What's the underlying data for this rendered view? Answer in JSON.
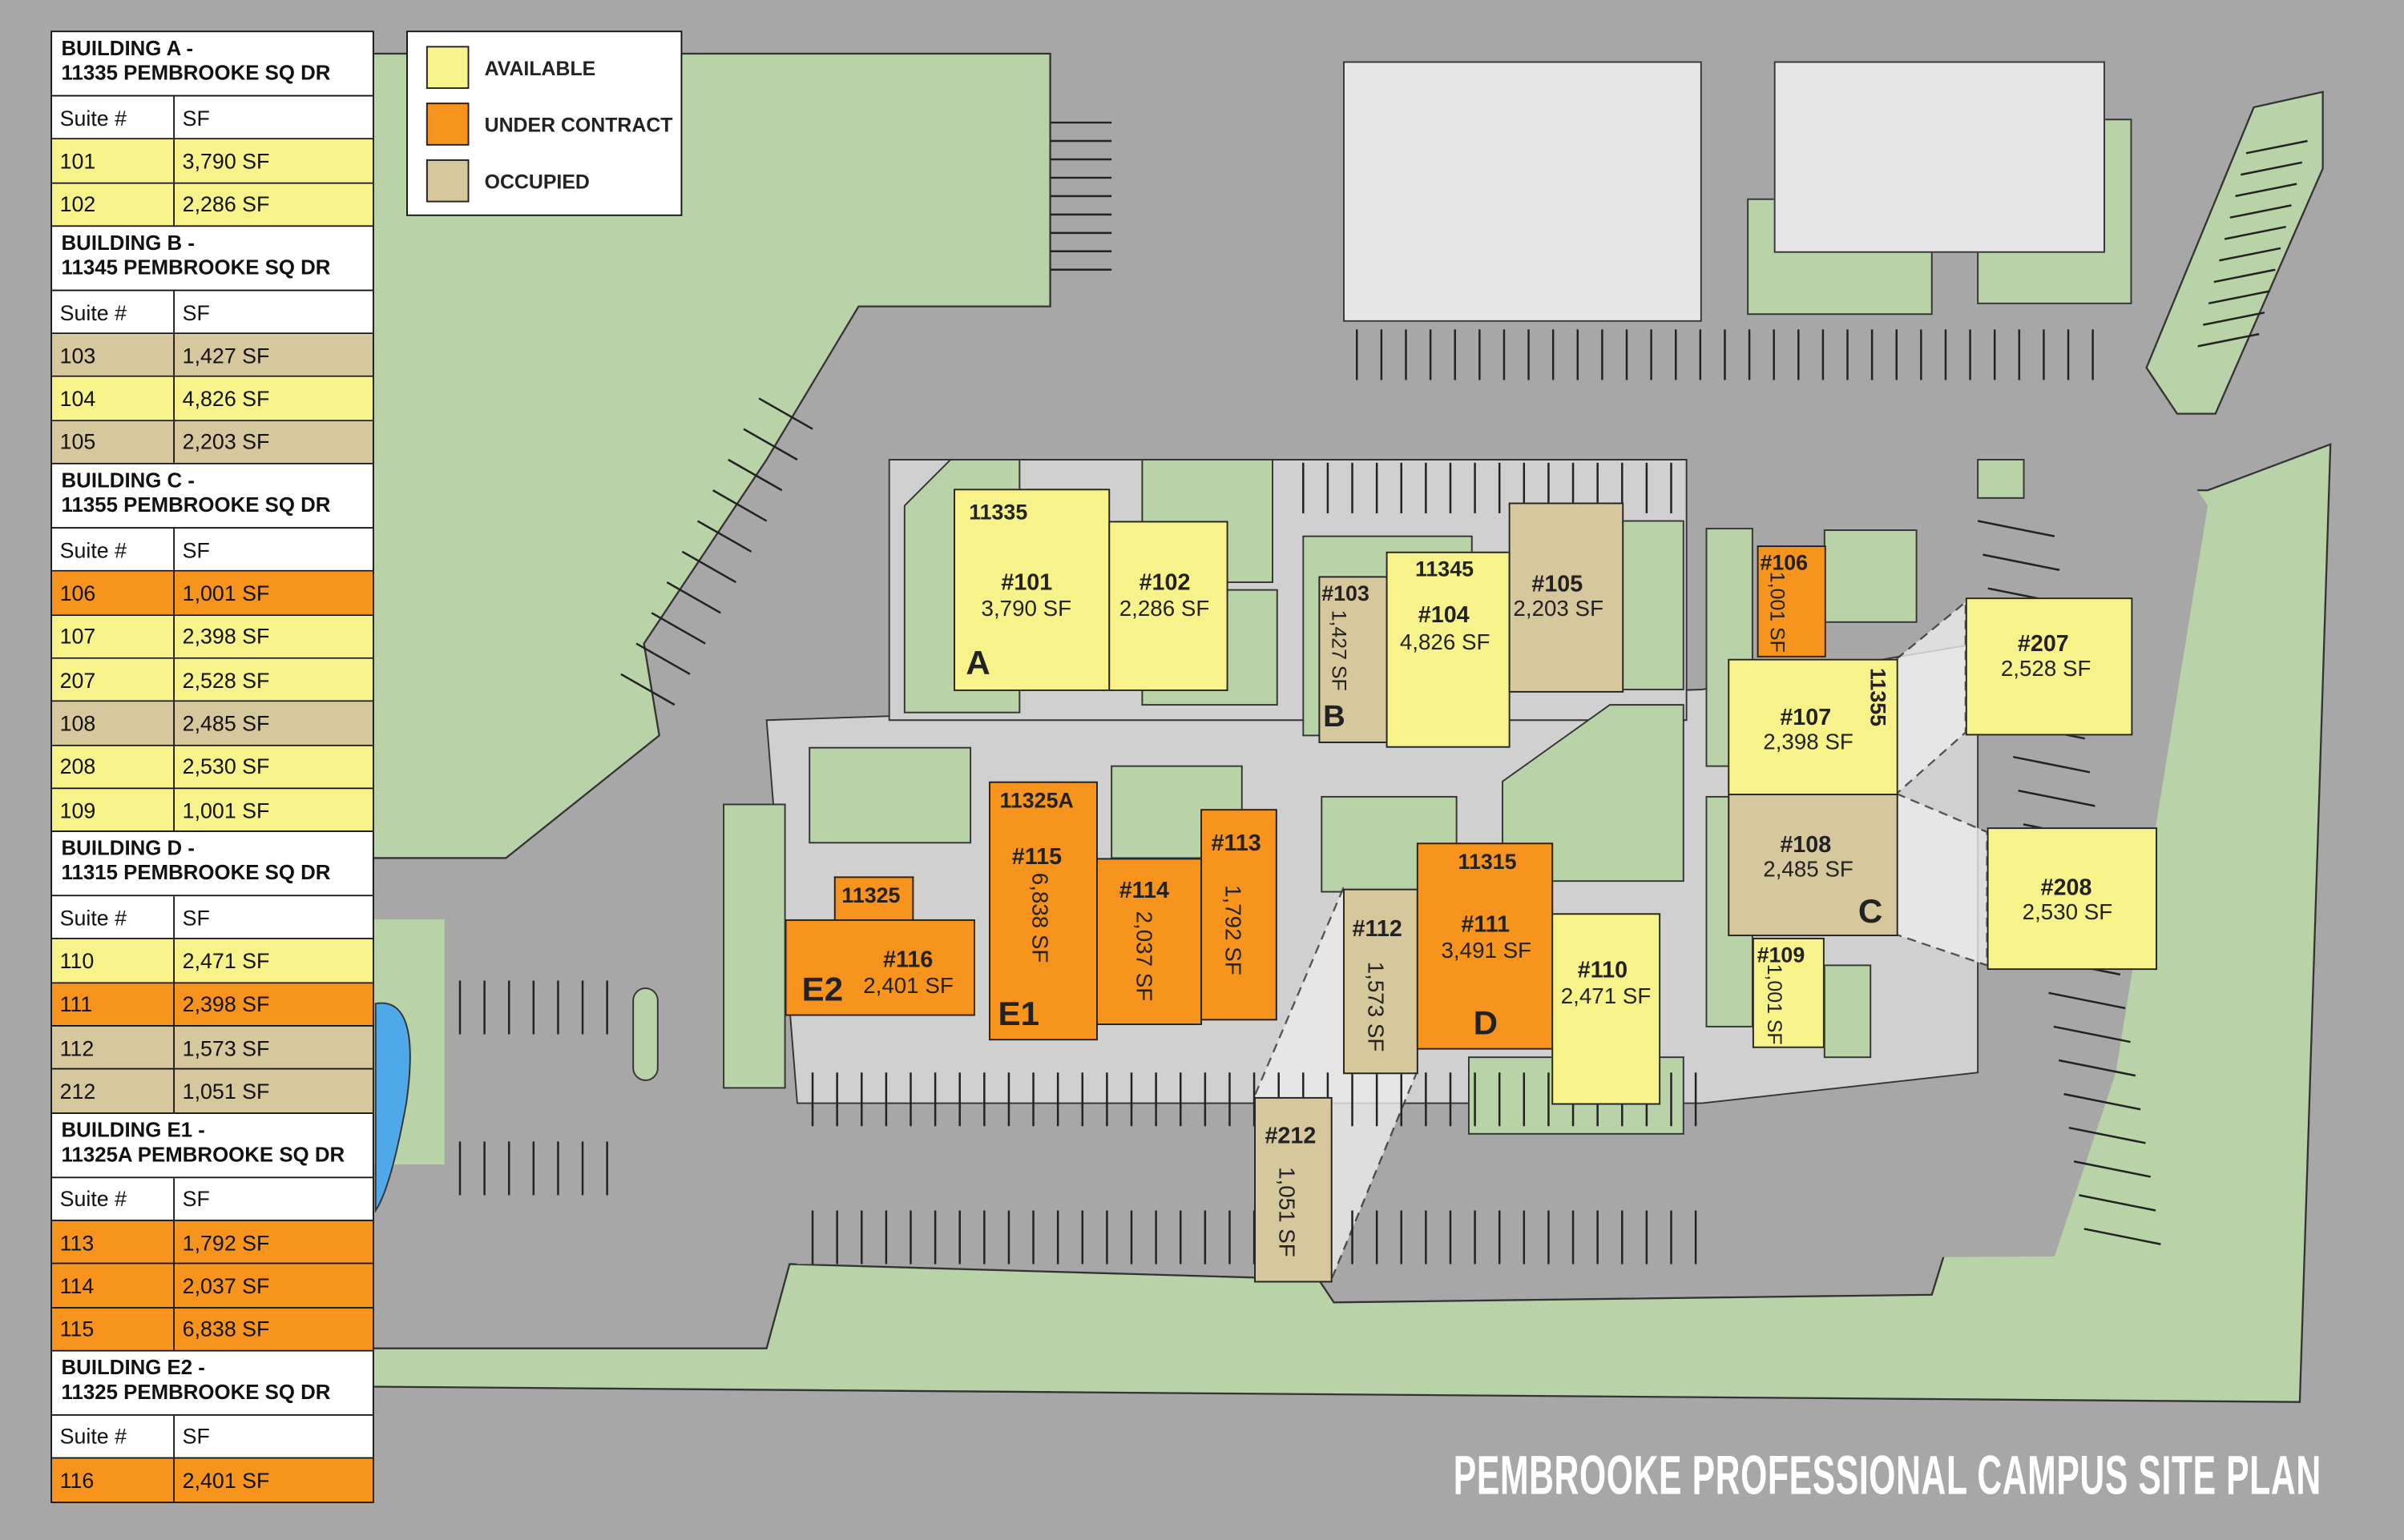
{
  "legend": [
    {
      "label": "AVAILABLE",
      "color": "#f8f28a"
    },
    {
      "label": "UNDER CONTRACT",
      "color": "#f7941d"
    },
    {
      "label": "OCCUPIED",
      "color": "#d6c79c"
    }
  ],
  "table": {
    "col_suite": "Suite #",
    "col_sf": "SF",
    "buildings": [
      {
        "title": "BUILDING A -",
        "address": "11335 PEMBROOKE SQ DR",
        "suites": [
          {
            "suite": "101",
            "sf": "3,790 SF",
            "status": "available"
          },
          {
            "suite": "102",
            "sf": "2,286 SF",
            "status": "available"
          }
        ]
      },
      {
        "title": "BUILDING B -",
        "address": "11345 PEMBROOKE SQ DR",
        "suites": [
          {
            "suite": "103",
            "sf": "1,427 SF",
            "status": "occupied"
          },
          {
            "suite": "104",
            "sf": "4,826 SF",
            "status": "available"
          },
          {
            "suite": "105",
            "sf": "2,203 SF",
            "status": "occupied"
          }
        ]
      },
      {
        "title": "BUILDING C -",
        "address": "11355 PEMBROOKE SQ DR",
        "suites": [
          {
            "suite": "106",
            "sf": "1,001 SF",
            "status": "contract"
          },
          {
            "suite": "107",
            "sf": "2,398 SF",
            "status": "available"
          },
          {
            "suite": "207",
            "sf": "2,528 SF",
            "status": "available"
          },
          {
            "suite": "108",
            "sf": "2,485 SF",
            "status": "occupied"
          },
          {
            "suite": "208",
            "sf": "2,530 SF",
            "status": "available"
          },
          {
            "suite": "109",
            "sf": "1,001 SF",
            "status": "available"
          }
        ]
      },
      {
        "title": "BUILDING D -",
        "address": "11315 PEMBROOKE SQ DR",
        "suites": [
          {
            "suite": "110",
            "sf": "2,471 SF",
            "status": "available"
          },
          {
            "suite": "111",
            "sf": "2,398 SF",
            "status": "contract"
          },
          {
            "suite": "112",
            "sf": "1,573 SF",
            "status": "occupied"
          },
          {
            "suite": "212",
            "sf": "1,051 SF",
            "status": "occupied"
          }
        ]
      },
      {
        "title": "BUILDING E1 -",
        "address": "11325A PEMBROOKE SQ DR",
        "suites": [
          {
            "suite": "113",
            "sf": "1,792 SF",
            "status": "contract"
          },
          {
            "suite": "114",
            "sf": "2,037 SF",
            "status": "contract"
          },
          {
            "suite": "115",
            "sf": "6,838 SF",
            "status": "contract"
          }
        ]
      },
      {
        "title": "BUILDING E2 -",
        "address": "11325 PEMBROOKE SQ DR",
        "suites": [
          {
            "suite": "116",
            "sf": "2,401 SF",
            "status": "contract"
          }
        ]
      }
    ]
  },
  "map": {
    "addresses": {
      "a": "11335",
      "b": "11345",
      "c": "11355",
      "d": "11315",
      "e1": "11325A",
      "e2": "11325"
    },
    "letters": {
      "a": "A",
      "b": "B",
      "c": "C",
      "d": "D",
      "e1": "E1",
      "e2": "E2"
    },
    "units": {
      "u101": {
        "num": "#101",
        "sf": "3,790 SF"
      },
      "u102": {
        "num": "#102",
        "sf": "2,286 SF"
      },
      "u103": {
        "num": "#103",
        "sf": "1,427 SF"
      },
      "u104": {
        "num": "#104",
        "sf": "4,826 SF"
      },
      "u105": {
        "num": "#105",
        "sf": "2,203 SF"
      },
      "u106": {
        "num": "#106",
        "sf": "1,001 SF"
      },
      "u107": {
        "num": "#107",
        "sf": "2,398 SF"
      },
      "u108": {
        "num": "#108",
        "sf": "2,485 SF"
      },
      "u109": {
        "num": "#109",
        "sf": "1,001 SF"
      },
      "u207": {
        "num": "#207",
        "sf": "2,528 SF"
      },
      "u208": {
        "num": "#208",
        "sf": "2,530 SF"
      },
      "u110": {
        "num": "#110",
        "sf": "2,471 SF"
      },
      "u111": {
        "num": "#111",
        "sf": "3,491 SF"
      },
      "u112": {
        "num": "#112",
        "sf": "1,573 SF"
      },
      "u212": {
        "num": "#212",
        "sf": "1,051 SF"
      },
      "u113": {
        "num": "#113",
        "sf": "1,792 SF"
      },
      "u114": {
        "num": "#114",
        "sf": "2,037 SF"
      },
      "u115": {
        "num": "#115",
        "sf": "6,838 SF"
      },
      "u116": {
        "num": "#116",
        "sf": "2,401 SF"
      }
    }
  },
  "title": "PEMBROOKE PROFESSIONAL CAMPUS SITE PLAN"
}
